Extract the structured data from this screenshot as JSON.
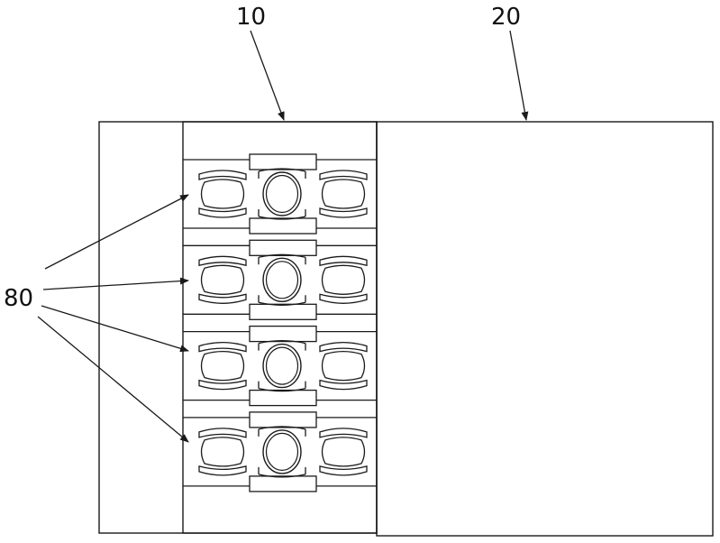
{
  "labels": {
    "ref_10": "10",
    "ref_20": "20",
    "ref_80": "80"
  },
  "module_count": 4,
  "colors": {
    "stroke": "#1a1a1a",
    "background": "#ffffff"
  }
}
